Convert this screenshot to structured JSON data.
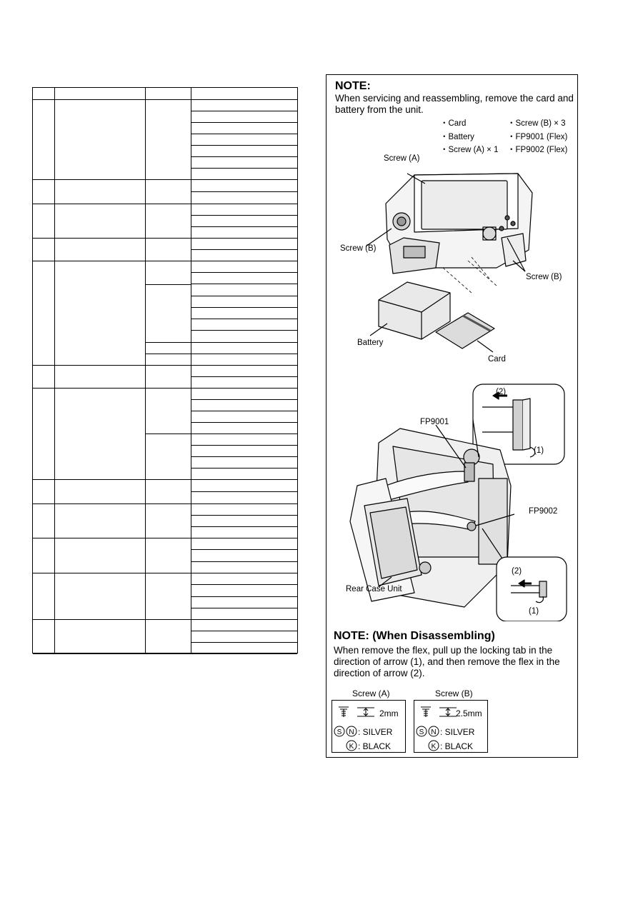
{
  "note1": {
    "title": "NOTE:",
    "line1": "When servicing and reassembling, remove the card and",
    "line2": "battery from the unit.",
    "bullets": [
      "・Card",
      "・Screw (B) × 3",
      "・Battery",
      "・FP9001 (Flex)",
      "・Screw (A) × 1",
      "・FP9002 (Flex)"
    ]
  },
  "figure1": {
    "screw_a": "Screw (A)",
    "screw_b_left": "Screw (B)",
    "screw_b_right": "Screw (B)",
    "battery": "Battery",
    "card": "Card"
  },
  "figure2": {
    "fp9001": "FP9001",
    "fp9002": "FP9002",
    "rear_case_unit": "Rear Case Unit",
    "step2_top": "(2)",
    "step1_top": "(1)",
    "step2_bottom": "(2)",
    "step1_bottom": "(1)"
  },
  "note2": {
    "title": "NOTE: (When Disassembling)",
    "line1": "When remove the flex, pull up the locking tab in the",
    "line2": "direction of arrow (1), and then remove the flex in the",
    "line3": "direction of arrow (2)."
  },
  "legend_a": {
    "title": "Screw (A)",
    "size": "2mm",
    "silver": ": SILVER",
    "black": ": BLACK"
  },
  "legend_b": {
    "title": "Screw (B)",
    "size": "2.5mm",
    "silver": ": SILVER",
    "black": ": BLACK"
  }
}
